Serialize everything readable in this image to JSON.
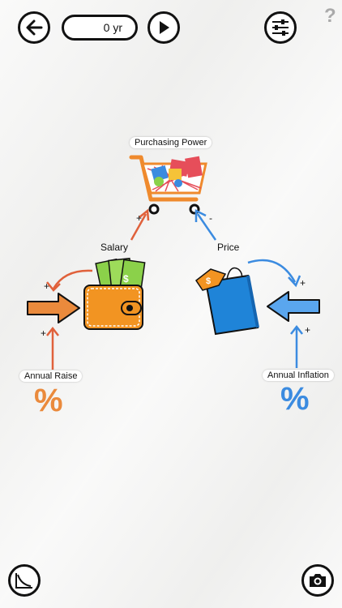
{
  "toolbar": {
    "back_icon": "back-arrow-icon",
    "time_value": "0 yr",
    "play_icon": "play-icon",
    "settings_icon": "sliders-icon",
    "help_text": "?"
  },
  "diagram": {
    "purchasing_power_label": "Purchasing Power",
    "salary_label": "Salary",
    "price_label": "Price",
    "annual_raise_label": "Annual Raise",
    "annual_inflation_label": "Annual Inflation",
    "raise_symbol": "%",
    "inflation_symbol": "%",
    "sign_salary_to_power": "+",
    "sign_price_to_power": "-",
    "sign_wallet_feedback": "+",
    "sign_raise_to_salary": "+",
    "sign_bag_feedback": "+",
    "sign_inflation_to_price": "+",
    "price_tag_symbol": "$",
    "cash_symbol": "$"
  },
  "colors": {
    "orange": "#ea8a3c",
    "red_orange": "#e0613b",
    "blue": "#3b8be0",
    "bag_blue": "#1f84d8",
    "wallet_orange": "#f29422",
    "cash_green": "#8bd14a"
  },
  "bottom": {
    "chart_icon": "decay-chart-icon",
    "camera_icon": "camera-icon"
  }
}
